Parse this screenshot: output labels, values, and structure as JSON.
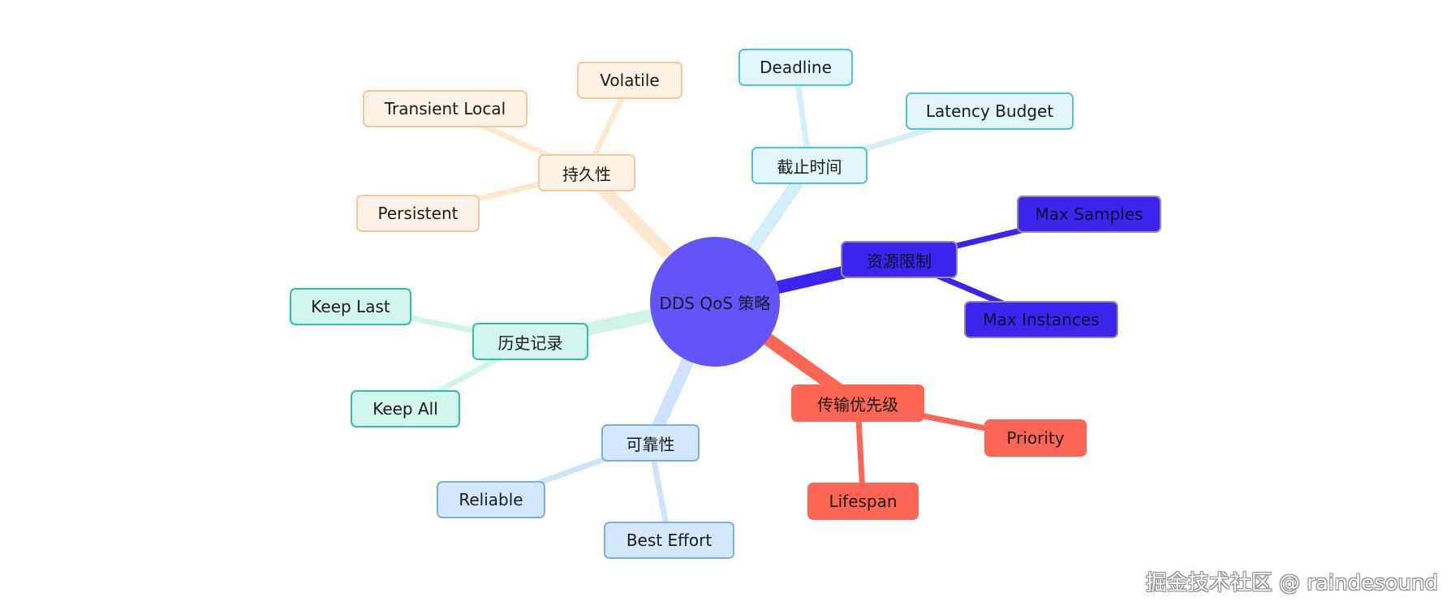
{
  "root": {
    "label": "DDS QoS 策略",
    "fill": "#6453f6",
    "text_color": "#1a1a2e"
  },
  "branches": [
    {
      "label": "持久性",
      "colors": {
        "fill": "#fff2e6",
        "border": "#f5c89a",
        "edge": "#fde9d2",
        "text": "#1a1a1a"
      },
      "children": [
        "Transient Local",
        "Volatile",
        "Persistent"
      ]
    },
    {
      "label": "截止时间",
      "colors": {
        "fill": "#e3f6fc",
        "border": "#4cc3dc",
        "edge": "#d3f0fa",
        "text": "#1a1a1a"
      },
      "children": [
        "Deadline",
        "Latency Budget"
      ]
    },
    {
      "label": "资源限制",
      "colors": {
        "fill": "#3d24ec",
        "border": "#9a8aa0",
        "edge": "#3d24ec",
        "text": "#0d0d2e"
      },
      "children": [
        "Max Samples",
        "Max Instances"
      ]
    },
    {
      "label": "传输优先级",
      "colors": {
        "fill": "#fd6655",
        "border": "#fd6655",
        "edge": "#fd6655",
        "text": "#1a1a1a"
      },
      "children": [
        "Priority",
        "Lifespan"
      ]
    },
    {
      "label": "可靠性",
      "colors": {
        "fill": "#d4e8fd",
        "border": "#7aaee6",
        "edge": "#cfe3fb",
        "text": "#1a1a1a"
      },
      "children": [
        "Reliable",
        "Best Effort"
      ]
    },
    {
      "label": "历史记录",
      "colors": {
        "fill": "#d2f5ed",
        "border": "#2fbfa4",
        "edge": "#d0f3ea",
        "text": "#1a1a1a"
      },
      "children": [
        "Keep Last",
        "Keep All"
      ]
    }
  ],
  "watermark": "掘金技术社区 @ raindesound"
}
